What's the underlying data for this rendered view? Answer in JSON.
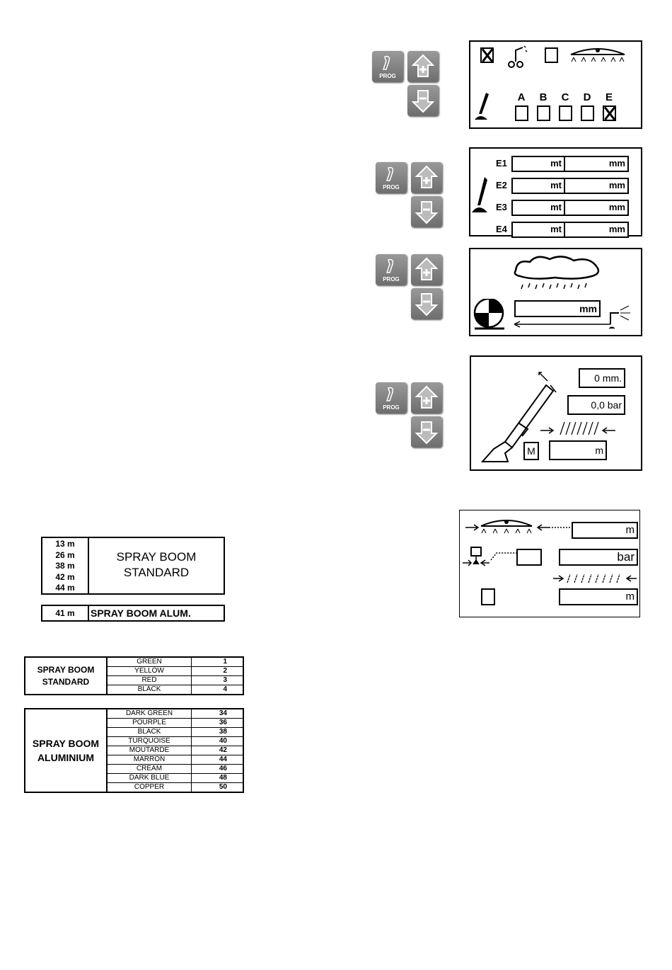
{
  "keypad": {
    "prog_label": "PROG"
  },
  "screen1": {
    "columns": [
      "A",
      "B",
      "C",
      "D",
      "E"
    ],
    "checked": [
      "E"
    ]
  },
  "screen2": {
    "rows": [
      {
        "label": "E1",
        "unit1": "mt",
        "unit2": "mm"
      },
      {
        "label": "E2",
        "unit1": "mt",
        "unit2": "mm"
      },
      {
        "label": "E3",
        "unit1": "mt",
        "unit2": "mm"
      },
      {
        "label": "E4",
        "unit1": "mt",
        "unit2": "mm"
      }
    ]
  },
  "screen3": {
    "unit": "mm"
  },
  "screen4": {
    "height_value": "0 mm.",
    "pressure_value": "0,0 bar",
    "m_label": "M",
    "width_unit": "m"
  },
  "screen5": {
    "boom_unit": "m",
    "pressure_unit": "bar",
    "width_unit": "m"
  },
  "boom_lengths": {
    "standard_lengths": [
      "13 m",
      "26 m",
      "38 m",
      "42 m",
      "44 m"
    ],
    "standard_label_line1": "SPRAY BOOM",
    "standard_label_line2": "STANDARD",
    "alum_length": "41 m",
    "alum_label": "SPRAY BOOM ALUM."
  },
  "color_tables": {
    "standard": {
      "label_line1": "SPRAY BOOM",
      "label_line2": "STANDARD",
      "rows": [
        {
          "name": "GREEN",
          "code": "1"
        },
        {
          "name": "YELLOW",
          "code": "2"
        },
        {
          "name": "RED",
          "code": "3"
        },
        {
          "name": "BLACK",
          "code": "4"
        }
      ]
    },
    "aluminium": {
      "label_line1": "SPRAY BOOM",
      "label_line2": "ALUMINIUM",
      "rows": [
        {
          "name": "DARK GREEN",
          "code": "34"
        },
        {
          "name": "POURPLE",
          "code": "36"
        },
        {
          "name": "BLACK",
          "code": "38"
        },
        {
          "name": "TURQUOISE",
          "code": "40"
        },
        {
          "name": "MOUTARDE",
          "code": "42"
        },
        {
          "name": "MARRON",
          "code": "44"
        },
        {
          "name": "CREAM",
          "code": "46"
        },
        {
          "name": "DARK BLUE",
          "code": "48"
        },
        {
          "name": "COPPER",
          "code": "50"
        }
      ]
    }
  },
  "icons": {
    "prog_key": "spray-gun-prog-icon",
    "plus_key": "up-plus-icon",
    "minus_key": "down-minus-icon"
  }
}
